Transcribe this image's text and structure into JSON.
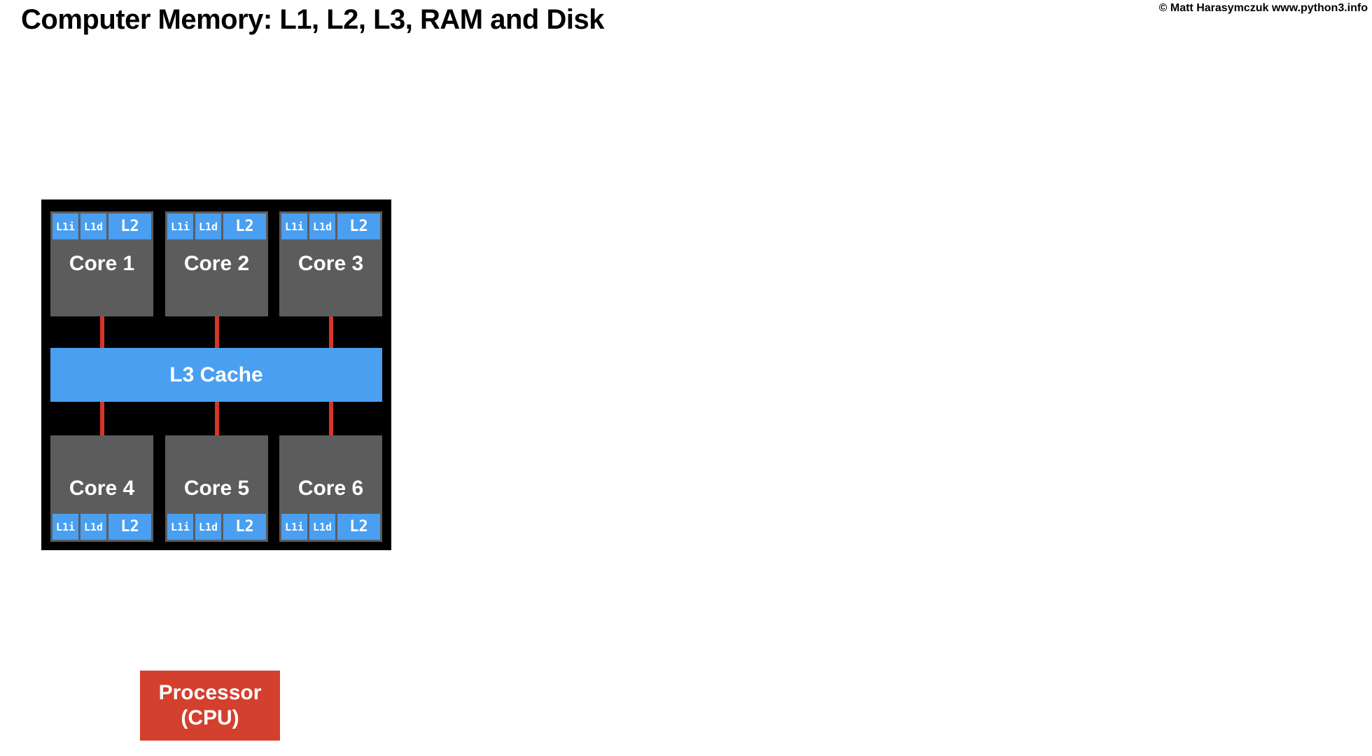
{
  "header": {
    "title": "Computer Memory: L1, L2, L3, RAM and Disk",
    "copyright": "© Matt Harasymczuk www.python3.info"
  },
  "colors": {
    "chip-black": "#000000",
    "core-gray": "#5c5c5c",
    "cache-blue": "#4a9ff0",
    "bus-red": "#d63527",
    "cpu-red": "#d4402e"
  },
  "chip": {
    "l3_label": "L3 Cache",
    "cores": [
      {
        "name": "Core 1",
        "caches": [
          "L1i",
          "L1d",
          "L2"
        ],
        "cache_position": "top"
      },
      {
        "name": "Core 2",
        "caches": [
          "L1i",
          "L1d",
          "L2"
        ],
        "cache_position": "top"
      },
      {
        "name": "Core 3",
        "caches": [
          "L1i",
          "L1d",
          "L2"
        ],
        "cache_position": "top"
      },
      {
        "name": "Core 4",
        "caches": [
          "L1i",
          "L1d",
          "L2"
        ],
        "cache_position": "bottom"
      },
      {
        "name": "Core 5",
        "caches": [
          "L1i",
          "L1d",
          "L2"
        ],
        "cache_position": "bottom"
      },
      {
        "name": "Core 6",
        "caches": [
          "L1i",
          "L1d",
          "L2"
        ],
        "cache_position": "bottom"
      }
    ]
  },
  "processor": {
    "label": [
      "Processor",
      "(CPU)"
    ]
  }
}
